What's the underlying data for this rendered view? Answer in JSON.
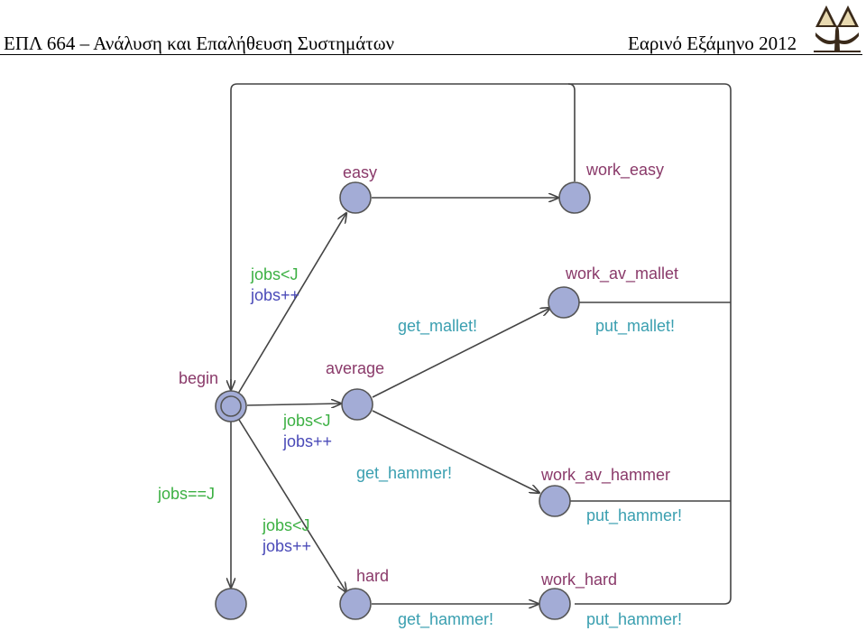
{
  "header": {
    "course": "ΕΠΛ 664 – Ανάλυση και Επαλήθευση Συστημάτων",
    "semester": "Εαρινό Εξάμηνο 2012"
  },
  "colors": {
    "location": "#8a3a6a",
    "guard": "#3cb043",
    "update": "#4a4ab8",
    "sync": "#3a9fb0",
    "node_fill": "#a3acd6"
  },
  "locations": {
    "easy": "easy",
    "work_easy": "work_easy",
    "work_av_mallet": "work_av_mallet",
    "begin": "begin",
    "average": "average",
    "work_av_hammer": "work_av_hammer",
    "hard": "hard",
    "work_hard": "work_hard"
  },
  "edges": {
    "to_easy_guard": "jobs<J",
    "to_easy_update": "jobs++",
    "to_average_guard": "jobs<J",
    "to_average_update": "jobs++",
    "to_hard_guard": "jobs<J",
    "to_hard_update": "jobs++",
    "to_end_guard": "jobs==J",
    "average_mallet_sync": "get_mallet!",
    "average_hammer_sync": "get_hammer!",
    "hard_hammer_sync": "get_hammer!",
    "return_mallet_sync": "put_mallet!",
    "return_av_hammer_sync": "put_hammer!",
    "return_hard_sync": "put_hammer!"
  }
}
